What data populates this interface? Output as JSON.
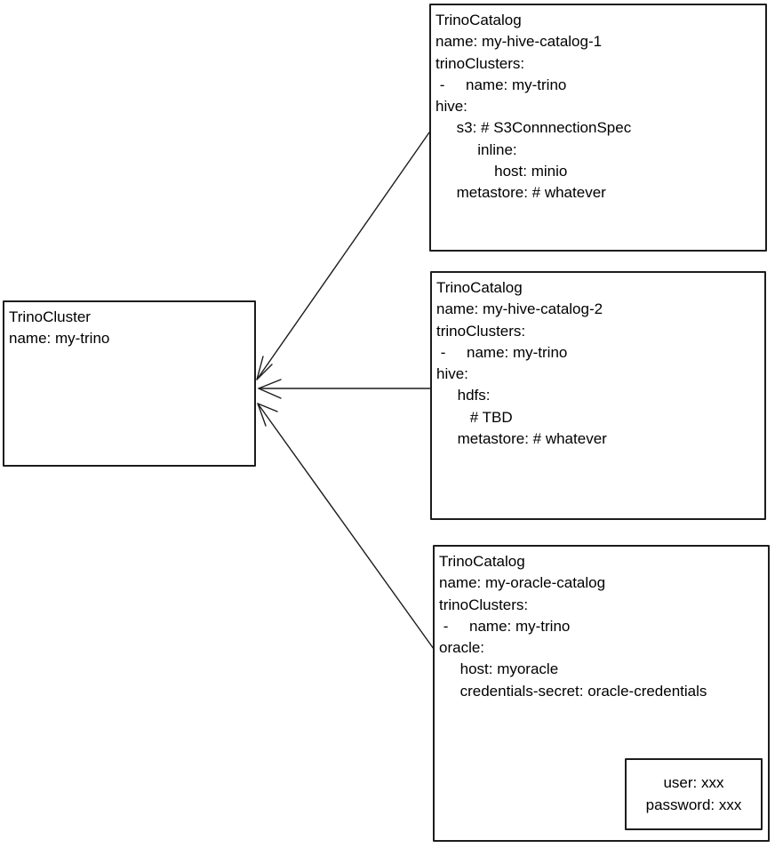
{
  "diagram": {
    "colors": {
      "stroke": "#1c1c1c",
      "background": "#ffffff",
      "text": "#000000"
    },
    "cluster": {
      "lines": [
        "TrinoCluster",
        "name: my-trino"
      ]
    },
    "catalogs": [
      {
        "lines": [
          "TrinoCatalog",
          "name: my-hive-catalog-1",
          "trinoClusters:",
          " -     name: my-trino",
          "hive:",
          "     s3: # S3ConnnectionSpec",
          "          inline:",
          "              host: minio",
          "     metastore: # whatever"
        ]
      },
      {
        "lines": [
          "TrinoCatalog",
          "name: my-hive-catalog-2",
          "trinoClusters:",
          " -     name: my-trino",
          "hive:",
          "     hdfs:",
          "        # TBD",
          "     metastore: # whatever"
        ]
      },
      {
        "lines": [
          "TrinoCatalog",
          "name: my-oracle-catalog",
          "trinoClusters:",
          " -     name: my-trino",
          "oracle:",
          "     host: myoracle",
          "     credentials-secret: oracle-credentials"
        ]
      }
    ],
    "secret": {
      "lines": [
        "user: xxx",
        "password: xxx"
      ]
    },
    "connections": [
      {
        "from": "trino-catalog-node-1",
        "to": "trino-cluster-node"
      },
      {
        "from": "trino-catalog-node-2",
        "to": "trino-cluster-node"
      },
      {
        "from": "trino-catalog-node-3",
        "to": "trino-cluster-node"
      },
      {
        "from": "credentials-secret-reference",
        "to": "credentials-secret-node"
      }
    ]
  }
}
